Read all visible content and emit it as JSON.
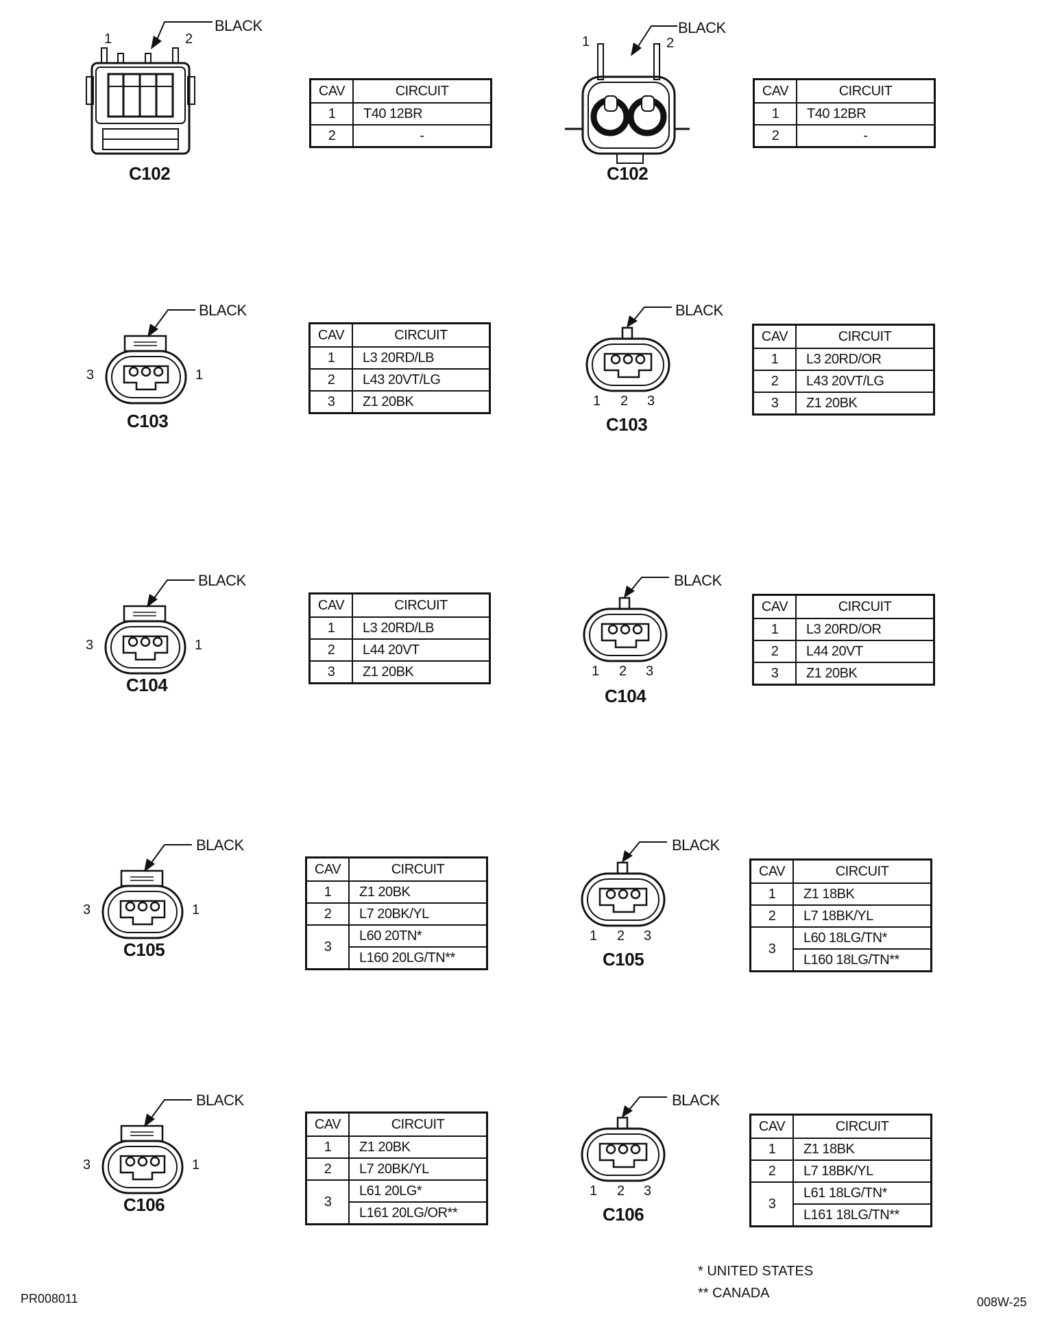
{
  "connectors": [
    {
      "id": "c102-left",
      "name": "C102",
      "color_label": "BLACK",
      "pins_top": [
        "1",
        "2"
      ],
      "headers": [
        "CAV",
        "CIRCUIT"
      ],
      "rows": [
        {
          "cav": "1",
          "circuits": [
            "T40 12BR"
          ]
        },
        {
          "cav": "2",
          "circuits": [
            "-"
          ]
        }
      ]
    },
    {
      "id": "c102-right",
      "name": "C102",
      "color_label": "BLACK",
      "pins_top": [
        "1",
        "2"
      ],
      "headers": [
        "CAV",
        "CIRCUIT"
      ],
      "rows": [
        {
          "cav": "1",
          "circuits": [
            "T40 12BR"
          ]
        },
        {
          "cav": "2",
          "circuits": [
            "-"
          ]
        }
      ]
    },
    {
      "id": "c103-left",
      "name": "C103",
      "color_label": "BLACK",
      "pins_side": [
        "3",
        "1"
      ],
      "headers": [
        "CAV",
        "CIRCUIT"
      ],
      "rows": [
        {
          "cav": "1",
          "circuits": [
            "L3 20RD/LB"
          ]
        },
        {
          "cav": "2",
          "circuits": [
            "L43 20VT/LG"
          ]
        },
        {
          "cav": "3",
          "circuits": [
            "Z1 20BK"
          ]
        }
      ]
    },
    {
      "id": "c103-right",
      "name": "C103",
      "color_label": "BLACK",
      "pins_bottom": [
        "1",
        "2",
        "3"
      ],
      "headers": [
        "CAV",
        "CIRCUIT"
      ],
      "rows": [
        {
          "cav": "1",
          "circuits": [
            "L3 20RD/OR"
          ]
        },
        {
          "cav": "2",
          "circuits": [
            "L43 20VT/LG"
          ]
        },
        {
          "cav": "3",
          "circuits": [
            "Z1 20BK"
          ]
        }
      ]
    },
    {
      "id": "c104-left",
      "name": "C104",
      "color_label": "BLACK",
      "pins_side": [
        "3",
        "1"
      ],
      "headers": [
        "CAV",
        "CIRCUIT"
      ],
      "rows": [
        {
          "cav": "1",
          "circuits": [
            "L3 20RD/LB"
          ]
        },
        {
          "cav": "2",
          "circuits": [
            "L44 20VT"
          ]
        },
        {
          "cav": "3",
          "circuits": [
            "Z1 20BK"
          ]
        }
      ]
    },
    {
      "id": "c104-right",
      "name": "C104",
      "color_label": "BLACK",
      "pins_bottom": [
        "1",
        "2",
        "3"
      ],
      "headers": [
        "CAV",
        "CIRCUIT"
      ],
      "rows": [
        {
          "cav": "1",
          "circuits": [
            "L3 20RD/OR"
          ]
        },
        {
          "cav": "2",
          "circuits": [
            "L44 20VT"
          ]
        },
        {
          "cav": "3",
          "circuits": [
            "Z1 20BK"
          ]
        }
      ]
    },
    {
      "id": "c105-left",
      "name": "C105",
      "color_label": "BLACK",
      "pins_side": [
        "3",
        "1"
      ],
      "headers": [
        "CAV",
        "CIRCUIT"
      ],
      "rows": [
        {
          "cav": "1",
          "circuits": [
            "Z1 20BK"
          ]
        },
        {
          "cav": "2",
          "circuits": [
            "L7 20BK/YL"
          ]
        },
        {
          "cav": "3",
          "circuits": [
            "L60 20TN*",
            "L160 20LG/TN**"
          ]
        }
      ]
    },
    {
      "id": "c105-right",
      "name": "C105",
      "color_label": "BLACK",
      "pins_bottom": [
        "1",
        "2",
        "3"
      ],
      "headers": [
        "CAV",
        "CIRCUIT"
      ],
      "rows": [
        {
          "cav": "1",
          "circuits": [
            "Z1 18BK"
          ]
        },
        {
          "cav": "2",
          "circuits": [
            "L7 18BK/YL"
          ]
        },
        {
          "cav": "3",
          "circuits": [
            "L60 18LG/TN*",
            "L160 18LG/TN**"
          ]
        }
      ]
    },
    {
      "id": "c106-left",
      "name": "C106",
      "color_label": "BLACK",
      "pins_side": [
        "3",
        "1"
      ],
      "headers": [
        "CAV",
        "CIRCUIT"
      ],
      "rows": [
        {
          "cav": "1",
          "circuits": [
            "Z1 20BK"
          ]
        },
        {
          "cav": "2",
          "circuits": [
            "L7 20BK/YL"
          ]
        },
        {
          "cav": "3",
          "circuits": [
            "L61 20LG*",
            "L161 20LG/OR**"
          ]
        }
      ]
    },
    {
      "id": "c106-right",
      "name": "C106",
      "color_label": "BLACK",
      "pins_bottom": [
        "1",
        "2",
        "3"
      ],
      "headers": [
        "CAV",
        "CIRCUIT"
      ],
      "rows": [
        {
          "cav": "1",
          "circuits": [
            "Z1 18BK"
          ]
        },
        {
          "cav": "2",
          "circuits": [
            "L7 18BK/YL"
          ]
        },
        {
          "cav": "3",
          "circuits": [
            "L61 18LG/TN*",
            "L161 18LG/TN**"
          ]
        }
      ]
    }
  ],
  "footnotes": [
    "* UNITED STATES",
    "** CANADA"
  ],
  "figure_code": "PR008011",
  "page_code": "008W-25"
}
